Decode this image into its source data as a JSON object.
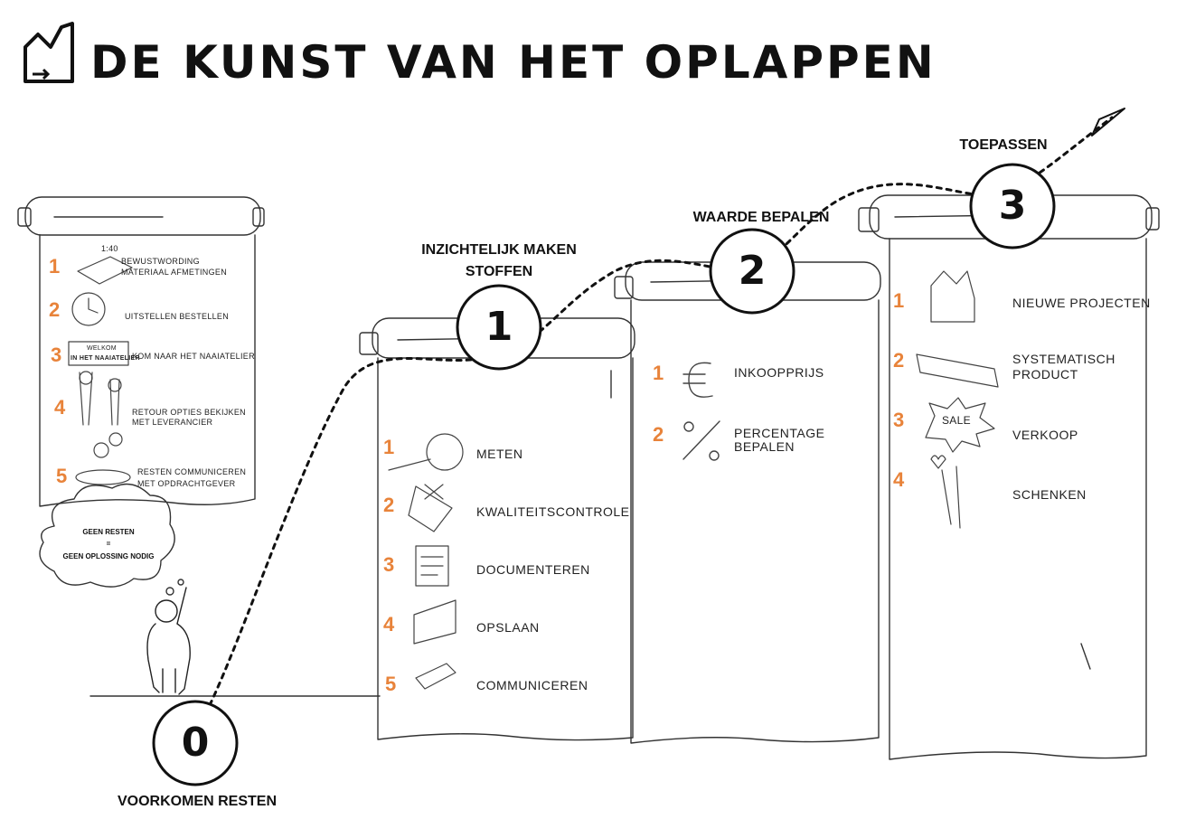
{
  "title": "DE KUNST VAN HET OPLAPPEN",
  "colors": {
    "accent": "#e8833a",
    "ink": "#111111"
  },
  "stages": {
    "s0": {
      "number": "0",
      "label": "VOORKOMEN RESTEN"
    },
    "s1": {
      "number": "1",
      "label_line1": "INZICHTELIJK MAKEN",
      "label_line2": "STOFFEN"
    },
    "s2": {
      "number": "2",
      "label": "WAARDE BEPALEN"
    },
    "s3": {
      "number": "3",
      "label": "TOEPASSEN"
    }
  },
  "cloud": {
    "line1": "GEEN RESTEN",
    "line2": "=",
    "line3": "GEEN OPLOSSING NODIG"
  },
  "scroll_left": [
    {
      "num": "1",
      "line1": "BEWUSTWORDING",
      "line2": "MATERIAAL AFMETINGEN",
      "icon": "fabric-measure-icon",
      "icon_text": "1:40"
    },
    {
      "num": "2",
      "line1": "UITSTELLEN BESTELLEN",
      "line2": "",
      "icon": "clock-icon"
    },
    {
      "num": "3",
      "line1": "KOM NAAR HET NAAIATELIER",
      "line2": "",
      "icon": "welcome-sign-icon",
      "sign_line1": "WELKOM",
      "sign_line2": "IN HET NAAIATELIER"
    },
    {
      "num": "4",
      "line1": "RETOUR OPTIES BEKIJKEN",
      "line2": "MET LEVERANCIER",
      "icon": "people-icon"
    },
    {
      "num": "5",
      "line1": "RESTEN COMMUNICEREN",
      "line2": "MET OPDRACHTGEVER",
      "icon": "meeting-icon"
    }
  ],
  "scroll_1": [
    {
      "num": "1",
      "label": "METEN",
      "icon": "tape-measure-icon"
    },
    {
      "num": "2",
      "label": "KWALITEITSCONTROLE",
      "icon": "quality-check-icon"
    },
    {
      "num": "3",
      "label": "DOCUMENTEREN",
      "icon": "document-icon"
    },
    {
      "num": "4",
      "label": "OPSLAAN",
      "icon": "storage-box-icon"
    },
    {
      "num": "5",
      "label": "COMMUNICEREN",
      "icon": "phone-icon"
    }
  ],
  "scroll_2": [
    {
      "num": "1",
      "line1": "INKOOPPRIJS",
      "line2": "",
      "icon": "euro-icon"
    },
    {
      "num": "2",
      "line1": "PERCENTAGE",
      "line2": "BEPALEN",
      "icon": "percent-icon"
    }
  ],
  "scroll_3": [
    {
      "num": "1",
      "line1": "NIEUWE PROJECTEN",
      "line2": "",
      "icon": "house-project-icon"
    },
    {
      "num": "2",
      "line1": "SYSTEMATISCH",
      "line2": "PRODUCT",
      "icon": "product-line-icon"
    },
    {
      "num": "3",
      "line1": "VERKOOP",
      "line2": "",
      "icon": "sale-burst-icon",
      "icon_text": "SALE"
    },
    {
      "num": "4",
      "line1": "SCHENKEN",
      "line2": "",
      "icon": "fabric-rolls-icon"
    }
  ]
}
